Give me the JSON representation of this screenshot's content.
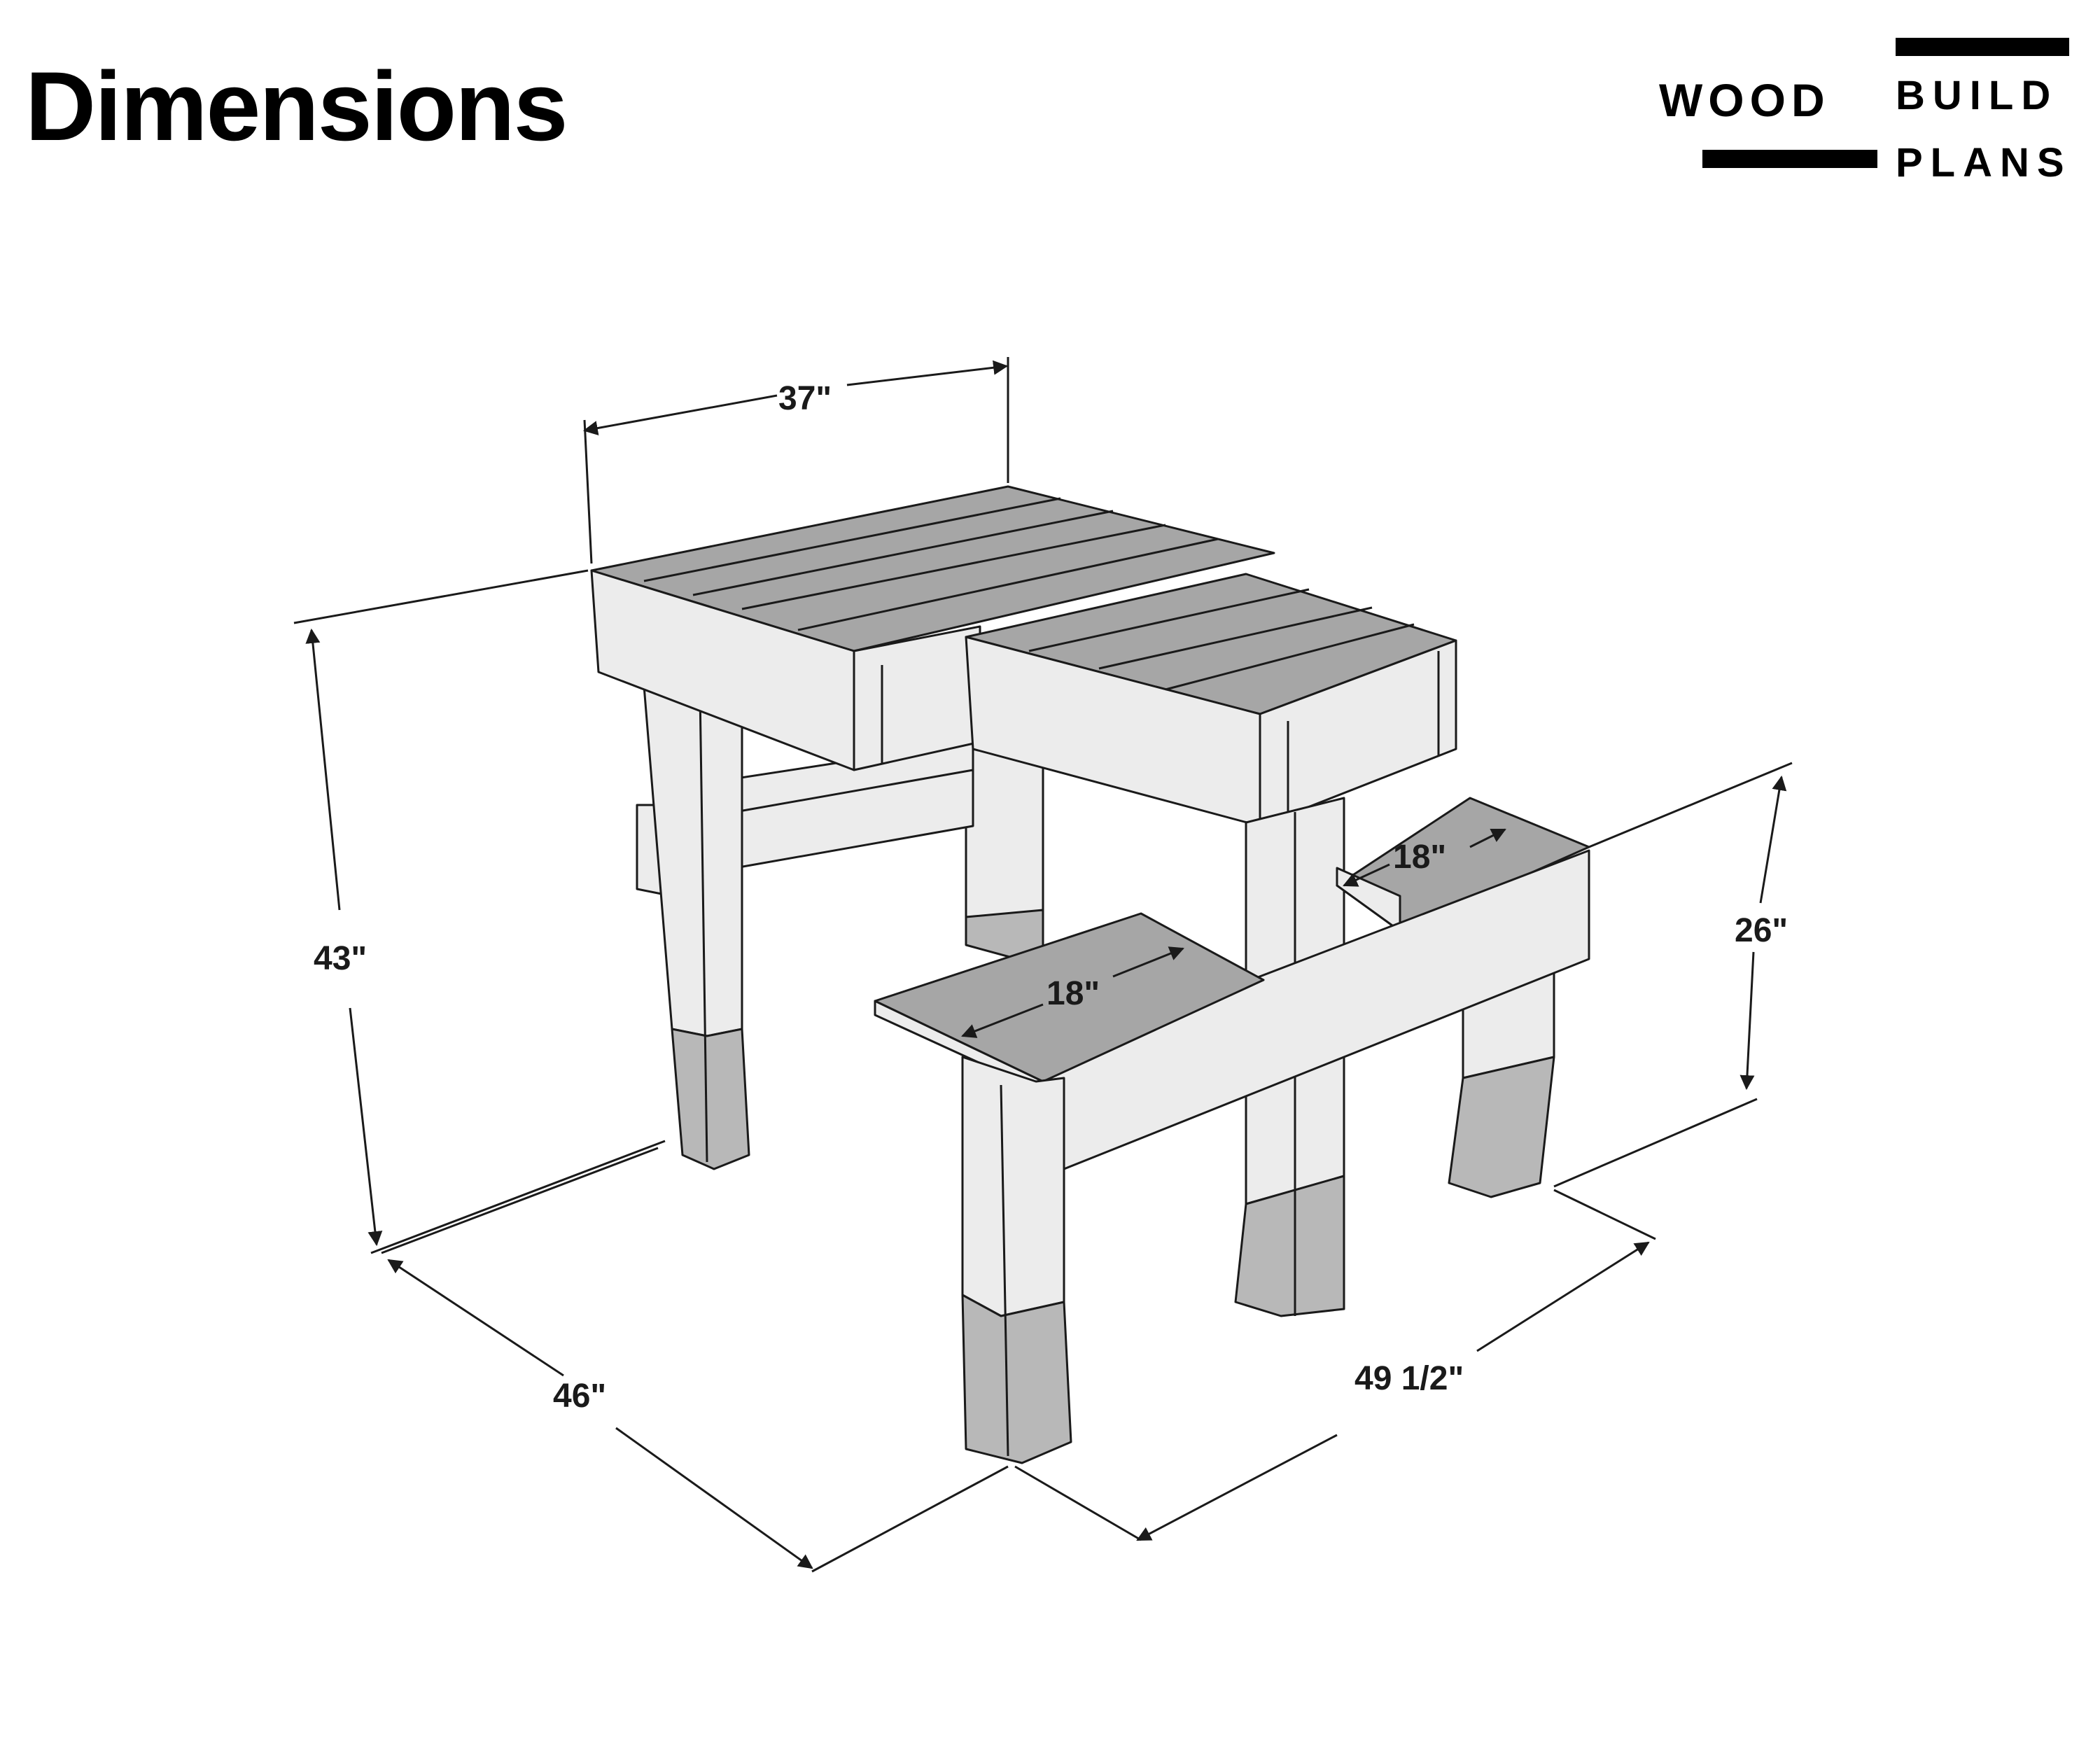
{
  "page": {
    "title": "Dimensions"
  },
  "logo": {
    "word_left": "WOOD",
    "word_top_right": "BUILD",
    "word_bottom_right": "PLANS"
  },
  "dimensions": {
    "top_width": "37\"",
    "overall_height": "43\"",
    "seat_height": "26\"",
    "seat_back_width": "18\"",
    "seat_front_width": "18\"",
    "overall_depth": "46\"",
    "overall_length": "49 1/2\""
  },
  "colors": {
    "board_top": "#a6a6a6",
    "board_side": "#ececec",
    "leg_foot": "#b8b8b8",
    "outline": "#1a1a1a"
  }
}
